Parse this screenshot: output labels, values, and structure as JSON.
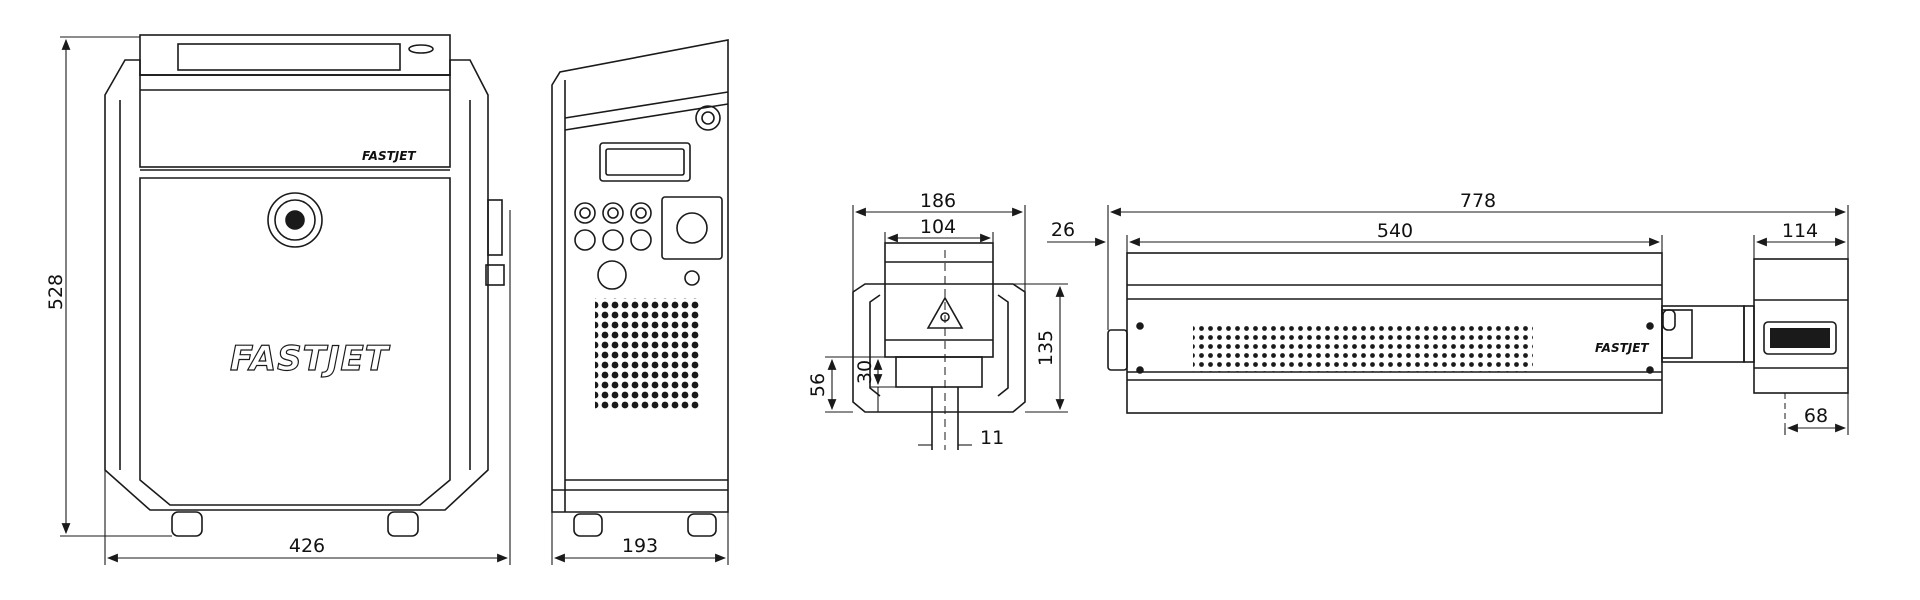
{
  "colors": {
    "line": "#1a1a1a",
    "background": "#ffffff"
  },
  "front_view": {
    "brand_large": "FASTJET",
    "brand_small": "FASTJET",
    "key_switch_icon": "key-switch-icon",
    "dim_height": "528",
    "dim_width": "426"
  },
  "side_view": {
    "dim_depth": "193"
  },
  "head_end_view": {
    "warning_icon": "laser-warning-icon",
    "dim_outer_width": "186",
    "dim_inner_width": "104",
    "dim_height": "135",
    "dim_lower_height": "56",
    "dim_lens_height": "30",
    "dim_lens_width": "11"
  },
  "head_side_view": {
    "brand_small": "FASTJET",
    "dim_total_length": "778",
    "dim_body_length": "540",
    "dim_offset": "26",
    "dim_head_width": "114",
    "dim_lens_offset": "68"
  }
}
